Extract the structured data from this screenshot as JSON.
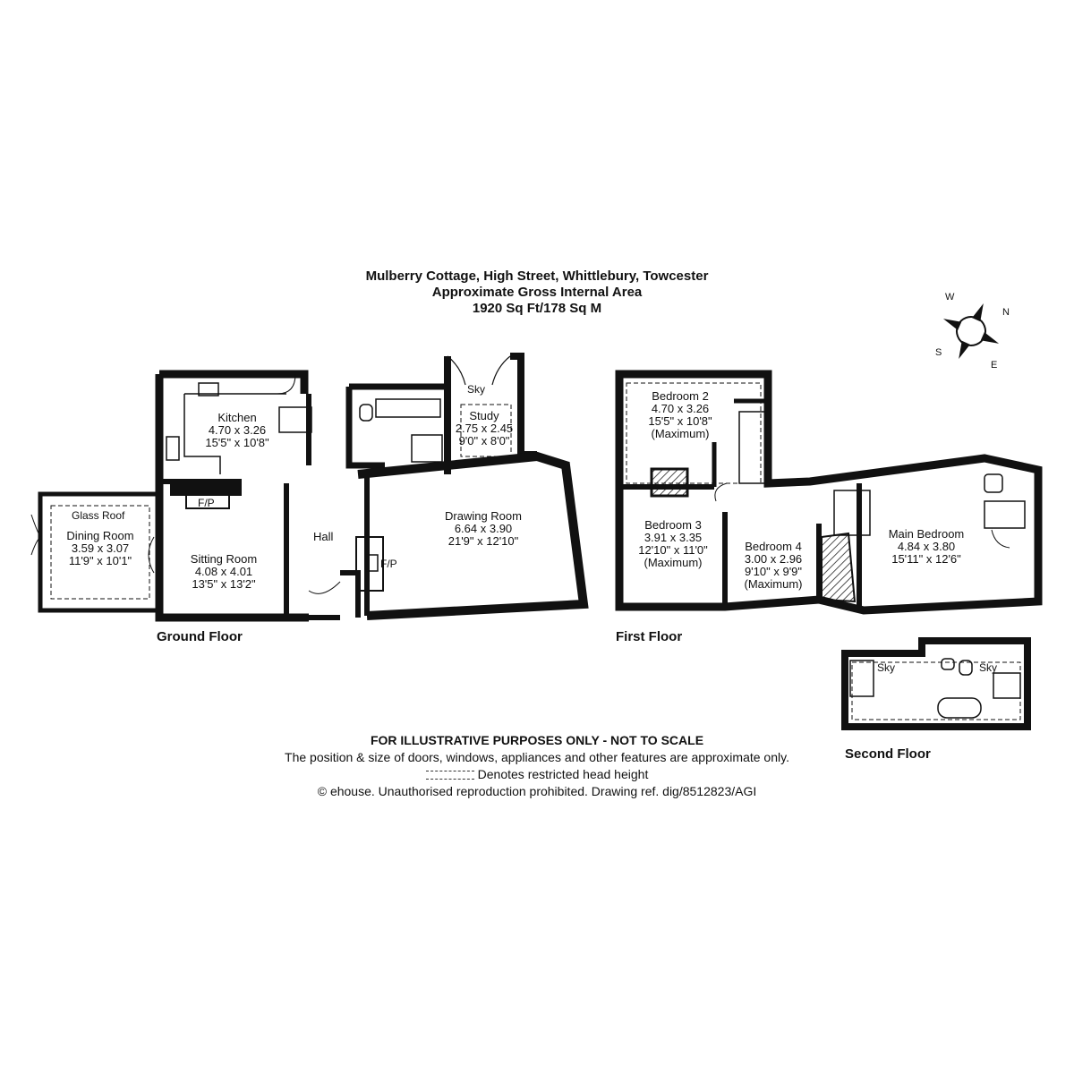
{
  "header": {
    "title": "Mulberry Cottage, High Street, Whittlebury, Towcester",
    "subtitle": "Approximate Gross Internal Area",
    "area": "1920 Sq Ft/178 Sq M"
  },
  "compass": {
    "n": "N",
    "e": "E",
    "s": "S",
    "w": "W"
  },
  "floors": {
    "ground": "Ground Floor",
    "first": "First Floor",
    "second": "Second Floor"
  },
  "rooms": {
    "kitchen": {
      "name": "Kitchen",
      "metric": "4.70 x 3.26",
      "imperial": "15'5\" x 10'8\""
    },
    "study": {
      "name": "Study",
      "metric": "2.75 x 2.45",
      "imperial": "9'0\" x 8'0\""
    },
    "glass_roof": "Glass Roof",
    "dining": {
      "name": "Dining Room",
      "metric": "3.59 x 3.07",
      "imperial": "11'9\" x 10'1\""
    },
    "sitting": {
      "name": "Sitting Room",
      "metric": "4.08 x 4.01",
      "imperial": "13'5\" x 13'2\""
    },
    "hall": "Hall",
    "drawing": {
      "name": "Drawing Room",
      "metric": "6.64 x 3.90",
      "imperial": "21'9\" x 12'10\""
    },
    "bedroom2": {
      "name": "Bedroom 2",
      "metric": "4.70 x 3.26",
      "imperial": "15'5\" x 10'8\"",
      "note": "(Maximum)"
    },
    "bedroom3": {
      "name": "Bedroom 3",
      "metric": "3.91 x 3.35",
      "imperial": "12'10\" x 11'0\"",
      "note": "(Maximum)"
    },
    "bedroom4": {
      "name": "Bedroom 4",
      "metric": "3.00 x 2.96",
      "imperial": "9'10\" x 9'9\"",
      "note": "(Maximum)"
    },
    "main_bedroom": {
      "name": "Main Bedroom",
      "metric": "4.84 x 3.80",
      "imperial": "15'11\" x 12'6\""
    }
  },
  "labels": {
    "fp": "F/P",
    "sky": "Sky"
  },
  "footer": {
    "line1": "FOR ILLUSTRATIVE PURPOSES ONLY - NOT TO SCALE",
    "line2": "The position & size of doors, windows, appliances and other features are approximate only.",
    "line3": "Denotes restricted head height",
    "line4": "© ehouse. Unauthorised reproduction prohibited. Drawing ref. dig/8512823/AGI"
  }
}
